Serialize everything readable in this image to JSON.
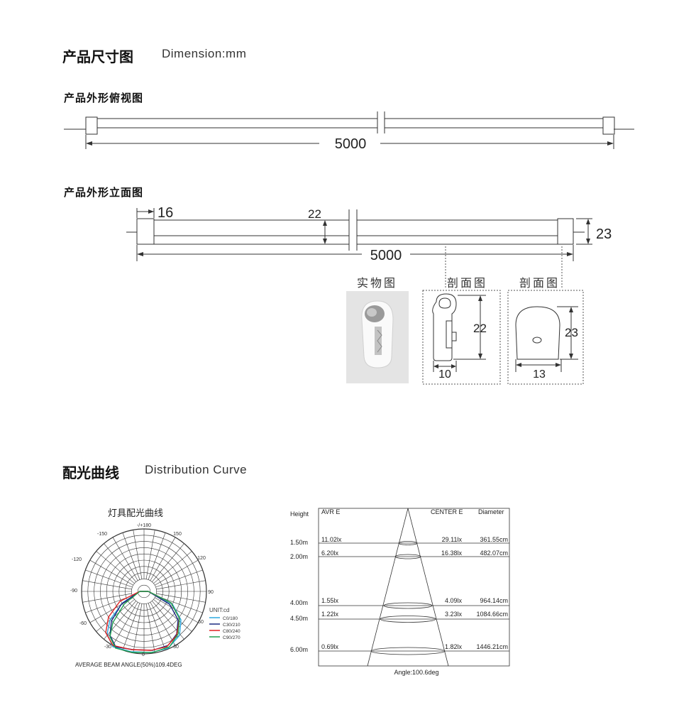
{
  "dimension_section": {
    "title_cn": "产品尺寸图",
    "title_en": "Dimension:mm"
  },
  "top_view": {
    "title": "产品外形俯视图",
    "length_label": "5000"
  },
  "front_view": {
    "title": "产品外形立面图",
    "end_label": "16",
    "tube_height_label": "22",
    "cap_height_label": "23",
    "length_label": "5000"
  },
  "photo": {
    "title": "实物图"
  },
  "section_a": {
    "title": "剖面图",
    "height_label": "22",
    "width_label": "10"
  },
  "section_b": {
    "title": "剖面图",
    "height_label": "23",
    "width_label": "13"
  },
  "distribution_section": {
    "title_cn": "配光曲线",
    "title_en": "Distribution Curve"
  },
  "polar": {
    "title": "灯具配光曲线",
    "angles": {
      "top": "-/+180",
      "tl": "-150",
      "tr": "150",
      "l120": "-120",
      "r120": "120",
      "l90": "-90",
      "r90": "90",
      "l60": "-60",
      "r60": "60",
      "l30": "-30",
      "r30": "30",
      "bottom": "0"
    },
    "unit_label": "UNIT:cd",
    "legend": [
      {
        "name": "C0/180",
        "color": "#2aa8e0"
      },
      {
        "name": "C30/210",
        "color": "#1b2a80"
      },
      {
        "name": "C80/240",
        "color": "#e02020"
      },
      {
        "name": "C90/270",
        "color": "#20a050"
      }
    ],
    "beam_angle_text": "AVERAGE BEAM ANGLE(50%)109.4DEG"
  },
  "cone": {
    "header": {
      "height": "Height",
      "avr": "AVR    E",
      "center": "CENTER  E",
      "diameter": "Diameter"
    },
    "rows": [
      {
        "height": "1.50m",
        "avr": "11.02lx",
        "center": "29.11lx",
        "diameter": "361.55cm"
      },
      {
        "height": "2.00m",
        "avr": "6.20lx",
        "center": "16.38lx",
        "diameter": "482.07cm"
      },
      {
        "height": "4.00m",
        "avr": "1.55lx",
        "center": "4.09lx",
        "diameter": "964.14cm"
      },
      {
        "height": "4.50m",
        "avr": "1.22lx",
        "center": "3.23lx",
        "diameter": "1084.66cm"
      },
      {
        "height": "6.00m",
        "avr": "0.69lx",
        "center": "1.82lx",
        "diameter": "1446.21cm"
      }
    ],
    "angle_text": "Angle:100.6deg"
  }
}
